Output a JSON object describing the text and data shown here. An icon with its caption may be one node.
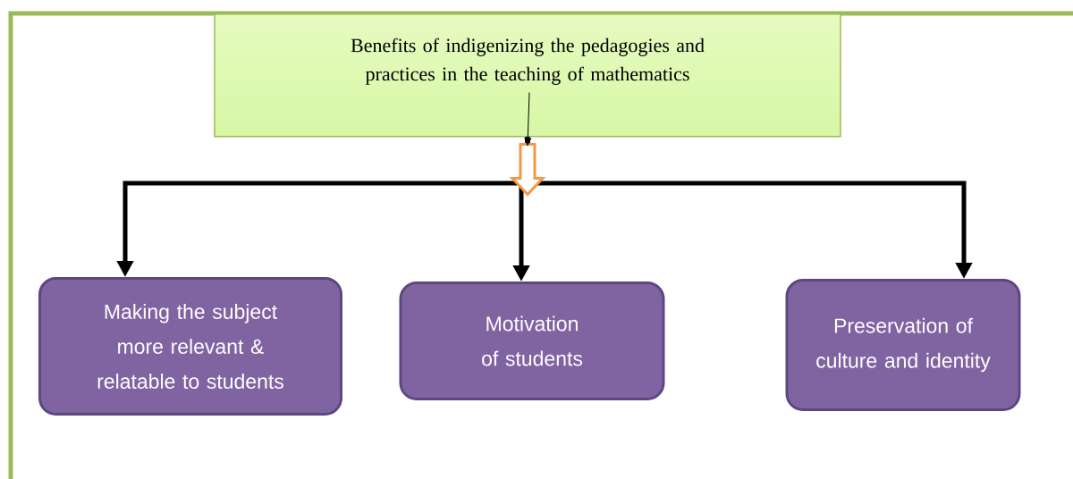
{
  "diagram": {
    "nodes": [
      {
        "text": [
          "Benefits of indigenizing the pedagogies and practices in the teaching of mathematics"
        ]
      },
      {
        "text": [
          "Making the subject more relevant & relatable to students"
        ]
      },
      {
        "text": [
          "Motivation of students"
        ]
      },
      {
        "text": [
          "Preservation of culture and identity"
        ]
      }
    ],
    "edges": [
      {
        "from": 0,
        "to": 1,
        "arrow": "to"
      },
      {
        "from": 0,
        "to": 2,
        "arrow": "to"
      },
      {
        "from": 0,
        "to": 3,
        "arrow": "to"
      }
    ]
  }
}
